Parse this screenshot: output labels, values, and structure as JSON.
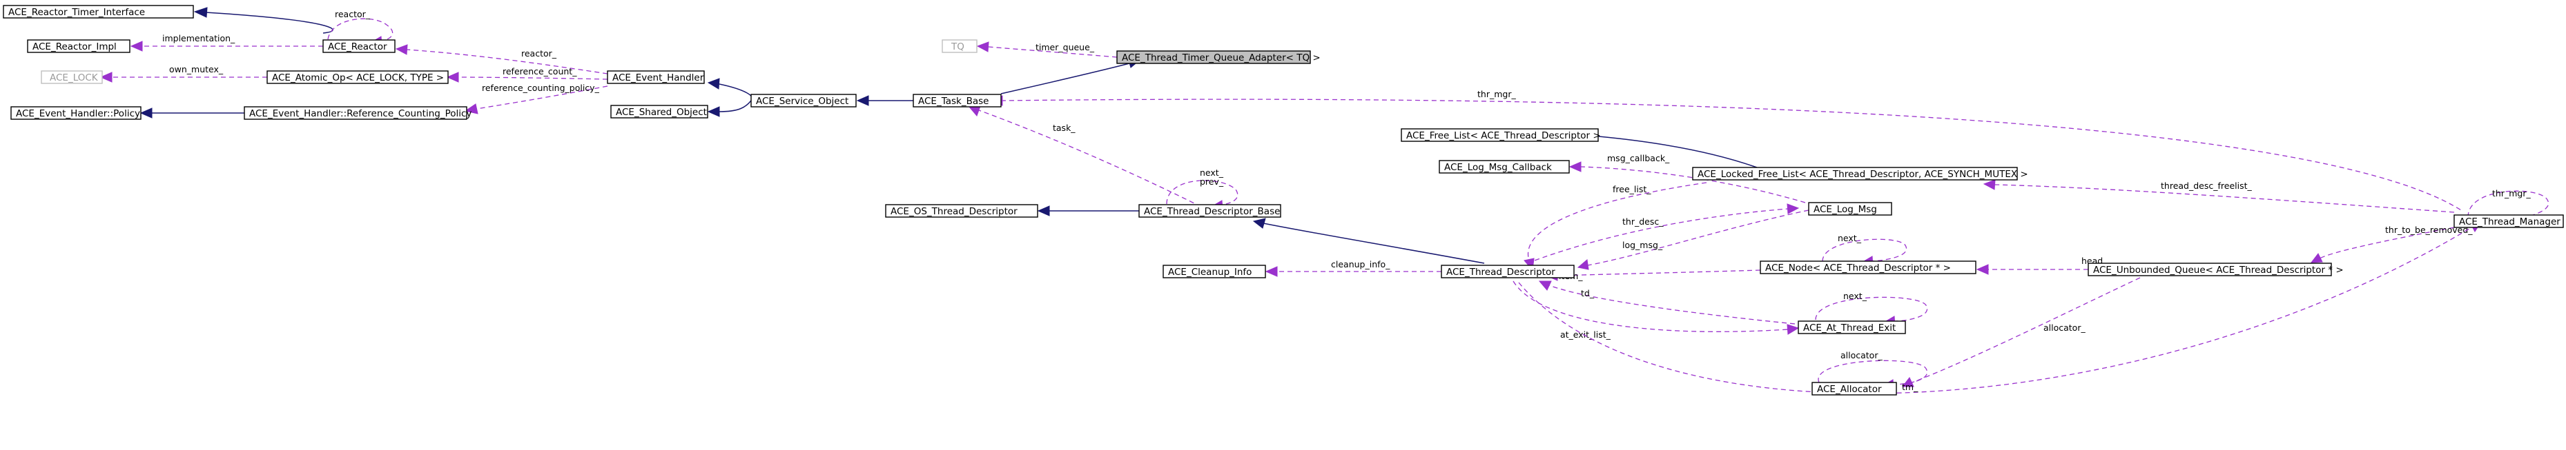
{
  "nodes": {
    "tq_adapter": "ACE_Thread_Timer_Queue_Adapter< TQ >",
    "tq": "TQ",
    "task_base": "ACE_Task_Base",
    "service_object": "ACE_Service_Object",
    "event_handler": "ACE_Event_Handler",
    "shared_object": "ACE_Shared_Object",
    "reactor": "ACE_Reactor",
    "reactor_timer_interface": "ACE_Reactor_Timer_Interface",
    "reactor_impl": "ACE_Reactor_Impl",
    "ace_lock": "ACE_LOCK",
    "atomic_op": "ACE_Atomic_Op< ACE_LOCK, TYPE >",
    "eh_policy": "ACE_Event_Handler::Policy",
    "eh_ref_policy": "ACE_Event_Handler::Reference_Counting_Policy",
    "os_thread_descriptor": "ACE_OS_Thread_Descriptor",
    "thread_descriptor_base": "ACE_Thread_Descriptor_Base",
    "cleanup_info": "ACE_Cleanup_Info",
    "thread_descriptor": "ACE_Thread_Descriptor",
    "free_list": "ACE_Free_List< ACE_Thread_Descriptor >",
    "log_msg_callback": "ACE_Log_Msg_Callback",
    "locked_free_list": "ACE_Locked_Free_List< ACE_Thread_Descriptor, ACE_SYNCH_MUTEX >",
    "log_msg": "ACE_Log_Msg",
    "node_td": "ACE_Node< ACE_Thread_Descriptor * >",
    "at_thread_exit": "ACE_At_Thread_Exit",
    "allocator": "ACE_Allocator",
    "unbounded_queue": "ACE_Unbounded_Queue< ACE_Thread_Descriptor * >",
    "thread_manager": "ACE_Thread_Manager"
  },
  "edge_labels": {
    "reactor_self": "reactor_",
    "implementation": "implementation_",
    "reactor_eh": "reactor_",
    "own_mutex": "own_mutex_",
    "reference_count": "reference_count_",
    "reference_counting_policy": "reference_counting_policy_",
    "timer_queue": "timer_queue_",
    "thr_mgr_task": "thr_mgr_",
    "task": "task_",
    "next_tdb": "next_",
    "prev_tdb": "prev_",
    "msg_callback": "msg_callback_",
    "free_list": "free_list_",
    "thr_desc": "thr_desc_",
    "log_msg": "log_msg_",
    "cleanup_info": "cleanup_info_",
    "next_node": "next_",
    "item": "item_",
    "td": "td_",
    "next_exit": "next_",
    "at_exit_list": "at_exit_list_",
    "allocator_self": "allocator_",
    "thread_desc_freelist": "thread_desc_freelist_",
    "thr_mgr_self": "thr_mgr_",
    "thr_to_be_removed": "thr_to_be_removed_",
    "head": "head_",
    "allocator_q": "allocator_",
    "tm": "tm_"
  }
}
